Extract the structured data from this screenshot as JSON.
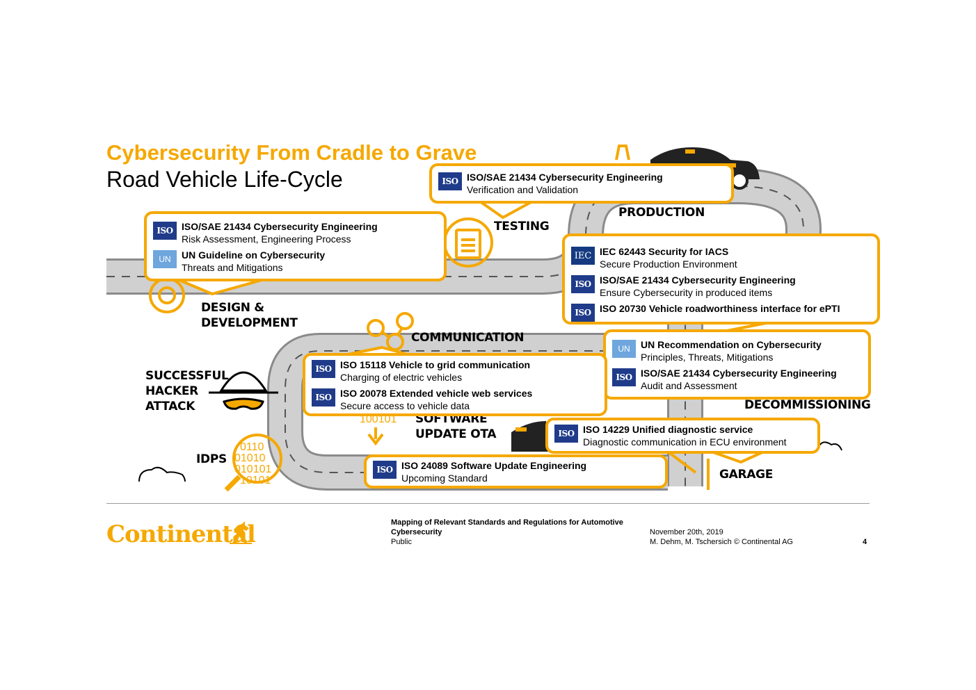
{
  "title": "Cybersecurity From Cradle to Grave",
  "subtitle": "Road Vehicle Life-Cycle",
  "stages": {
    "testing": "TESTING",
    "production": "PRODUCTION",
    "design_1": "DESIGN &",
    "design_2": "DEVELOPMENT",
    "communication": "COMMUNICATION",
    "hacker_1": "SUCCESSFUL",
    "hacker_2": "HACKER",
    "hacker_3": "ATTACK",
    "software_1": "SOFTWARE",
    "software_2": "UPDATE OTA",
    "idps": "IDPS",
    "decommissioning": "DECOMMISSIONING",
    "garage": "GARAGE"
  },
  "decor": {
    "binary_1": "100101",
    "binary_2": "0110",
    "binary_3": "01010",
    "binary_4": "010101",
    "binary_5": "10101"
  },
  "callouts": {
    "testing": [
      {
        "badge": "ISO",
        "title": "ISO/SAE 21434 Cybersecurity Engineering",
        "sub": "Verification and Validation"
      }
    ],
    "design": [
      {
        "badge": "ISO",
        "title": "ISO/SAE 21434 Cybersecurity Engineering",
        "sub": "Risk Assessment, Engineering Process"
      },
      {
        "badge": "UN",
        "title": "UN Guideline on Cybersecurity",
        "sub": "Threats and Mitigations"
      }
    ],
    "production": [
      {
        "badge": "IEC",
        "title": "IEC 62443 Security for IACS",
        "sub": "Secure Production Environment"
      },
      {
        "badge": "ISO",
        "title": "ISO/SAE 21434 Cybersecurity Engineering",
        "sub": "Ensure Cybersecurity in produced items"
      },
      {
        "badge": "ISO",
        "title": "ISO 20730 Vehicle roadworthiness interface for ePTI",
        "sub": ""
      }
    ],
    "decommissioning": [
      {
        "badge": "UN",
        "title": "UN Recommendation on Cybersecurity",
        "sub": "Principles, Threats, Mitigations"
      },
      {
        "badge": "ISO",
        "title": "ISO/SAE 21434 Cybersecurity Engineering",
        "sub": "Audit and Assessment"
      }
    ],
    "communication": [
      {
        "badge": "ISO",
        "title": "ISO 15118 Vehicle to grid communication",
        "sub": "Charging of electric vehicles"
      },
      {
        "badge": "ISO",
        "title": "ISO 20078 Extended vehicle web services",
        "sub": "Secure access to vehicle data"
      }
    ],
    "garage": [
      {
        "badge": "ISO",
        "title": "ISO 14229 Unified diagnostic service",
        "sub": "Diagnostic communication in ECU environment"
      }
    ],
    "software": [
      {
        "badge": "ISO",
        "title": "ISO 24089 Software Update Engineering",
        "sub": "Upcoming Standard"
      }
    ]
  },
  "footer": {
    "logo": "Continental",
    "doc_title_1": "Mapping of Relevant Standards and Regulations for Automotive",
    "doc_title_2": "Cybersecurity",
    "classification": "Public",
    "date": "November 20th, 2019",
    "authors": "M. Dehm, M. Tschersich © Continental  AG",
    "page": "4"
  },
  "colors": {
    "accent": "#f5a800",
    "road": "#c8c8c8",
    "iso_badge": "#1f3b8a",
    "un_badge": "#6ea6dd"
  }
}
